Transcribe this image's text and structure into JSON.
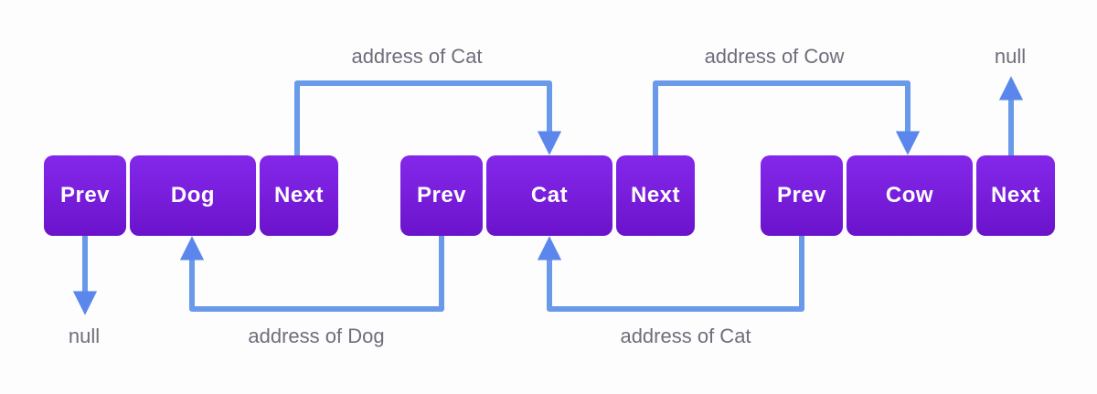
{
  "diagram": {
    "type": "doubly-linked-list",
    "nodes": [
      {
        "name": "dog",
        "cells": {
          "prev": "Prev",
          "data": "Dog",
          "next": "Next"
        }
      },
      {
        "name": "cat",
        "cells": {
          "prev": "Prev",
          "data": "Cat",
          "next": "Next"
        }
      },
      {
        "name": "cow",
        "cells": {
          "prev": "Prev",
          "data": "Cow",
          "next": "Next"
        }
      }
    ],
    "labels": {
      "top_address_of_cat": "address of Cat",
      "top_address_of_cow": "address of Cow",
      "top_null": "null",
      "bottom_null": "null",
      "bottom_address_of_dog": "address of Dog",
      "bottom_address_of_cat": "address of Cat"
    },
    "colors": {
      "node_gradient_top": "#8327ea",
      "node_gradient_bottom": "#6a13cb",
      "arrow_shaft": "#689ae9",
      "arrow_head": "#5b86ec",
      "label_text": "#6e6e7c",
      "node_text": "#ffffff"
    }
  }
}
